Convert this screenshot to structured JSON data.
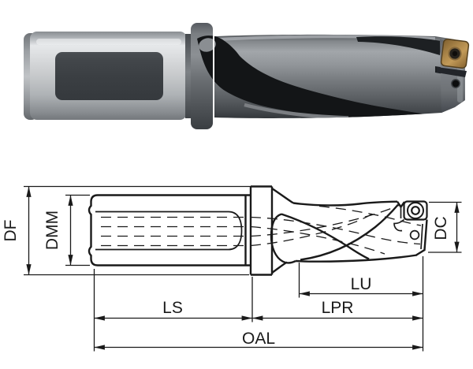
{
  "product": {
    "type": "indexable insert drill",
    "colors": {
      "insert": "#b98a52",
      "body": "#5b5f63",
      "flute": "#17191b",
      "shank_flat": "#3d4145",
      "line": "#1a1a1a"
    }
  },
  "diagram": {
    "labels": {
      "df": "DF",
      "dmm": "DMM",
      "dc": "DC",
      "lu": "LU",
      "ls": "LS",
      "lpr": "LPR",
      "oal": "OAL"
    }
  }
}
